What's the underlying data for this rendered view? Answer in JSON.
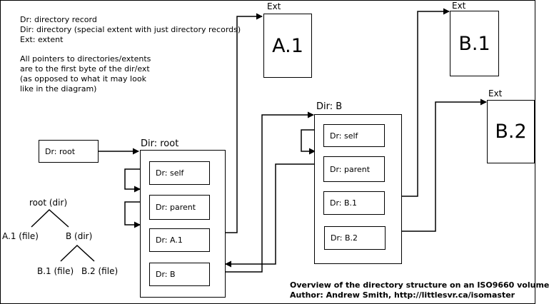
{
  "legend": [
    "Dr: directory record",
    "Dir: directory (special extent with just directory records)",
    "Ext: extent"
  ],
  "note": [
    "All pointers to directories/extents",
    "are to the first byte of the dir/ext",
    "(as opposed to what it may look",
    "like in the diagram)"
  ],
  "root_record": "Dr: root",
  "dir_root": {
    "label": "Dir: root",
    "records": [
      "Dr: self",
      "Dr: parent",
      "Dr: A.1",
      "Dr: B"
    ]
  },
  "dir_b": {
    "label": "Dir: B",
    "records": [
      "Dr: self",
      "Dr: parent",
      "Dr: B.1",
      "Dr: B.2"
    ]
  },
  "extents": [
    {
      "label": "Ext",
      "name": "A.1"
    },
    {
      "label": "Ext",
      "name": "B.1"
    },
    {
      "label": "Ext",
      "name": "B.2"
    }
  ],
  "tree": {
    "root": "root (dir)",
    "a1": "A.1 (file)",
    "b": "B (dir)",
    "b1": "B.1 (file)",
    "b2": "B.2 (file)"
  },
  "footer": {
    "title": "Overview of the directory structure on an ISO9660 volume",
    "author": "Author: Andrew Smith, http://littlesvr.ca/isomaster"
  }
}
